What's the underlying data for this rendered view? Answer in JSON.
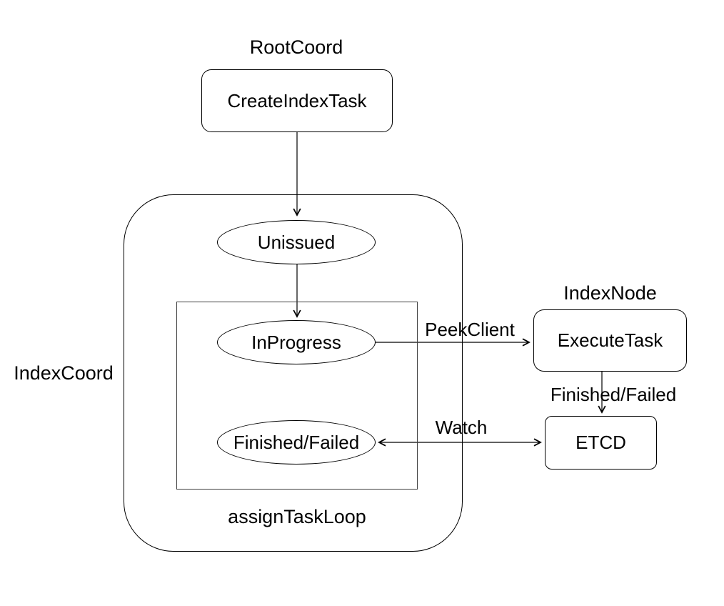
{
  "diagram": {
    "section_labels": {
      "rootcoord": "RootCoord",
      "indexcoord": "IndexCoord",
      "indexnode": "IndexNode",
      "assign_task_loop": "assignTaskLoop"
    },
    "nodes": {
      "create_index_task": "CreateIndexTask",
      "unissued": "Unissued",
      "in_progress": "InProgress",
      "finished_failed": "Finished/Failed",
      "execute_task": "ExecuteTask",
      "etcd": "ETCD"
    },
    "edge_labels": {
      "peek_client": "PeekClient",
      "finished_failed": "Finished/Failed",
      "watch": "Watch"
    }
  }
}
